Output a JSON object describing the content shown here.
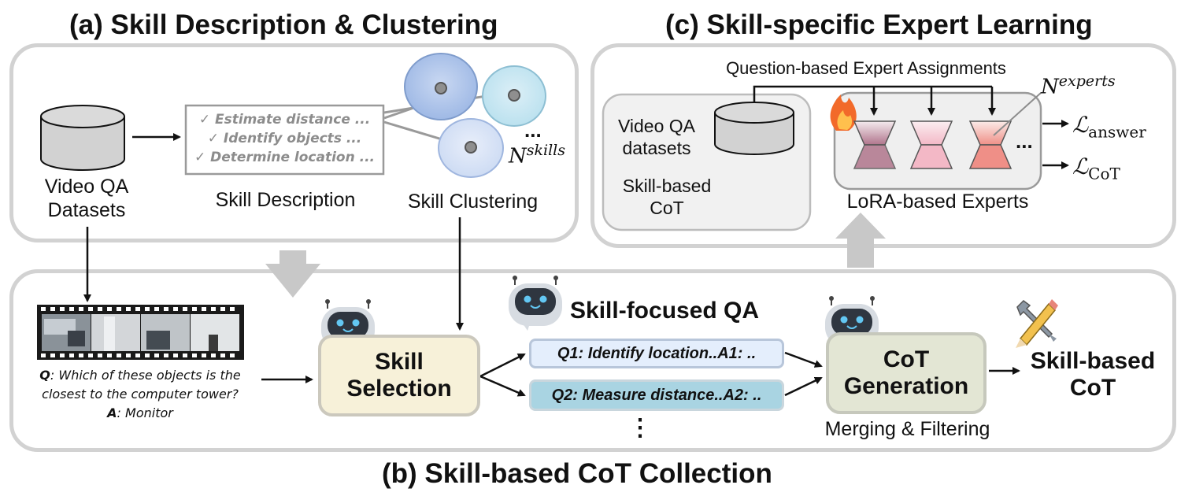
{
  "titles": {
    "a": "(a) Skill Description & Clustering",
    "b": "(b) Skill-based CoT Collection",
    "c": "(c) Skill-specific Expert Learning"
  },
  "panel_a": {
    "dataset_label_1": "Video QA",
    "dataset_label_2": "Datasets",
    "skill_desc_lines": [
      "✓ Estimate distance ...",
      "✓ Identify objects ...",
      "✓ Determine location ..."
    ],
    "skill_description_label": "Skill Description",
    "skill_clustering_label": "Skill Clustering",
    "dots": "...",
    "n_skills_base": "N",
    "n_skills_sup": "skills"
  },
  "panel_b": {
    "question_prefix": "Q",
    "question_text": ": Which of these objects is the",
    "question_text_2": "closest to the computer tower?",
    "answer_prefix": "A",
    "answer_text": ": Monitor",
    "skill_selection_1": "Skill",
    "skill_selection_2": "Selection",
    "skill_focused_title": "Skill-focused QA",
    "qa1": {
      "q": "Q1",
      "q_text": ": Identify location.. ",
      "a": "A1",
      "a_text": ": .."
    },
    "qa2": {
      "q": "Q2",
      "q_text": ": Measure distance.. ",
      "a": "A2",
      "a_text": ": .."
    },
    "vdots": "⋮",
    "cot_gen_1": "CoT",
    "cot_gen_2": "Generation",
    "merging_label": "Merging & Filtering",
    "skill_based_1": "Skill-based",
    "skill_based_2": "CoT"
  },
  "panel_c": {
    "assignments_label": "Question-based Expert Assignments",
    "n_experts_base": "N",
    "n_experts_sup": "experts",
    "inner_label_1": "Video QA",
    "inner_label_2": "datasets",
    "inner_label_3": "Skill-based",
    "inner_label_4": "CoT",
    "dots": "...",
    "lora_label": "LoRA-based Experts",
    "loss_symbol": "ℒ",
    "loss_answer_sub": "answer",
    "loss_cot_sub": "CoT"
  },
  "colors": {
    "panel_border": "#d2d2d2",
    "skill_selection_fill": "#f7f1d9",
    "cot_generation_fill": "#e3e6d4",
    "qa1_fill": "#e4eefc",
    "qa2_fill": "#a9d4e2",
    "expert1": "#b0758c",
    "expert2": "#f3b8c6",
    "expert3": "#ef8f87"
  }
}
